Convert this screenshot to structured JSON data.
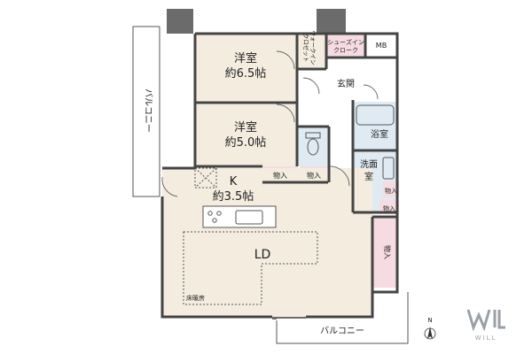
{
  "rooms": {
    "bedroom1_name": "洋室",
    "bedroom1_size": "約6.5帖",
    "bedroom2_name": "洋室",
    "bedroom2_size": "約5.0帖",
    "kitchen_name": "K",
    "kitchen_size": "約3.5帖",
    "ld_name": "LD",
    "walk_in_closet_line1": "ウォークイン",
    "walk_in_closet_line2": "クロゼット",
    "shoes_closet_line1": "シューズイン",
    "shoes_closet_line2": "クローク",
    "mb": "MB",
    "entrance": "玄関",
    "bath": "浴室",
    "washroom_line1": "洗面",
    "washroom_line2": "室",
    "storage": "物入",
    "floor_heating": "床暖房",
    "balcony": "バルコニー"
  },
  "compass": {
    "north": "N"
  },
  "logo": {
    "text": "WILL"
  },
  "colors": {
    "room": "#f3ecdf",
    "wet": "#dfeaf3",
    "storage": "#f6dbe2",
    "pillar": "#6b6b6b",
    "wall": "#444444"
  }
}
